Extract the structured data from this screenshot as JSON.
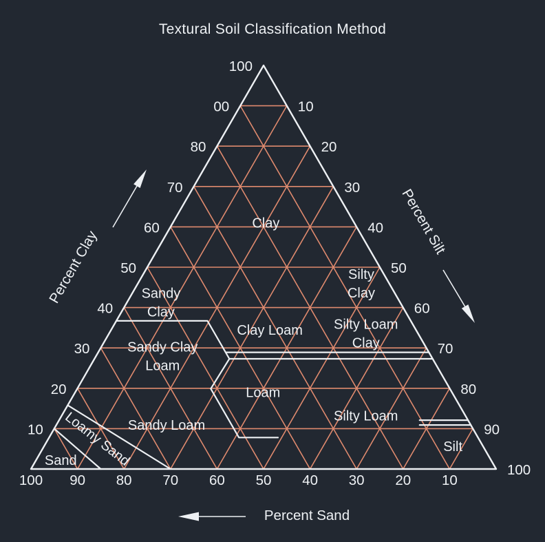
{
  "title": "Textural Soil Classification Method",
  "colors": {
    "background": "#222831",
    "grid": "#df8a6e",
    "line": "#edf0f3",
    "text": "#eef1f4"
  },
  "chart_data": {
    "type": "ternary",
    "title": "Textural Soil Classification Method",
    "grid_step": 10,
    "grid_on": true,
    "axes": {
      "left": {
        "label": "Percent Clay",
        "arrow_direction": "toward-apex",
        "ticks": [
          {
            "v": 100,
            "t": "100"
          },
          {
            "v": 90,
            "t": "00"
          },
          {
            "v": 80,
            "t": "80"
          },
          {
            "v": 70,
            "t": "70"
          },
          {
            "v": 60,
            "t": "60"
          },
          {
            "v": 50,
            "t": "50"
          },
          {
            "v": 40,
            "t": "40"
          },
          {
            "v": 30,
            "t": "30"
          },
          {
            "v": 20,
            "t": "20"
          },
          {
            "v": 10,
            "t": "10"
          }
        ]
      },
      "right": {
        "label": "Percent Silt",
        "arrow_direction": "toward-bottom-right",
        "ticks": [
          {
            "v": 10,
            "t": "10"
          },
          {
            "v": 20,
            "t": "20"
          },
          {
            "v": 30,
            "t": "30"
          },
          {
            "v": 40,
            "t": "40"
          },
          {
            "v": 50,
            "t": "50"
          },
          {
            "v": 60,
            "t": "60"
          },
          {
            "v": 70,
            "t": "70"
          },
          {
            "v": 80,
            "t": "80"
          },
          {
            "v": 90,
            "t": "90"
          },
          {
            "v": 100,
            "t": "100"
          }
        ]
      },
      "bottom": {
        "label": "Percent Sand",
        "arrow_direction": "toward-bottom-left",
        "ticks": [
          {
            "v": 100,
            "t": "100"
          },
          {
            "v": 90,
            "t": "90"
          },
          {
            "v": 80,
            "t": "80"
          },
          {
            "v": 70,
            "t": "70"
          },
          {
            "v": 60,
            "t": "60"
          },
          {
            "v": 50,
            "t": "50"
          },
          {
            "v": 40,
            "t": "40"
          },
          {
            "v": 30,
            "t": "30"
          },
          {
            "v": 20,
            "t": "20"
          },
          {
            "v": 10,
            "t": "10"
          }
        ]
      }
    },
    "regions": [
      {
        "id": "clay",
        "lines": [
          "Clay"
        ],
        "clay": 61,
        "sand": 19,
        "silt": 20,
        "rot": 0,
        "size": 20
      },
      {
        "id": "silty-clay",
        "lines": [
          "Silty",
          "Clay"
        ],
        "clay": 46,
        "sand": 6,
        "silt": 48,
        "rot": 0,
        "size": 20
      },
      {
        "id": "sandy-clay",
        "lines": [
          "Sandy",
          "Clay"
        ],
        "clay": 41.3,
        "sand": 51.4,
        "silt": 7.3,
        "rot": 0,
        "size": 18
      },
      {
        "id": "clay-loam",
        "lines": [
          "Clay Loam"
        ],
        "clay": 34.5,
        "sand": 31.4,
        "silt": 34.1,
        "rot": 0,
        "size": 20
      },
      {
        "id": "silty-loam-clay",
        "lines": [
          "Silty Loam",
          "Clay"
        ],
        "clay": 33.6,
        "sand": 11.2,
        "silt": 55.2,
        "rot": 0,
        "size": 20
      },
      {
        "id": "sandy-clay-loam",
        "lines": [
          "Sandy Clay",
          "Loam"
        ],
        "clay": 28,
        "sand": 57.7,
        "silt": 14.3,
        "rot": 0,
        "size": 20
      },
      {
        "id": "loam",
        "lines": [
          "Loam"
        ],
        "clay": 19,
        "sand": 40.6,
        "silt": 40.4,
        "rot": 0,
        "size": 20
      },
      {
        "id": "sandy-loam",
        "lines": [
          "Sandy Loam"
        ],
        "clay": 10.9,
        "sand": 65.4,
        "silt": 23.7,
        "rot": 0,
        "size": 20
      },
      {
        "id": "silty-loam",
        "lines": [
          "Silty Loam"
        ],
        "clay": 13.2,
        "sand": 21.4,
        "silt": 65.4,
        "rot": 0,
        "size": 20
      },
      {
        "id": "loamy-sand",
        "lines": [
          "Loamy Sand"
        ],
        "clay": 7.5,
        "sand": 81.9,
        "silt": 10.6,
        "rot": 38,
        "size": 19
      },
      {
        "id": "sand",
        "lines": [
          "Sand"
        ],
        "clay": 2.2,
        "sand": 92.5,
        "silt": 5.3,
        "rot": 0,
        "size": 19
      },
      {
        "id": "silt",
        "lines": [
          "Silt"
        ],
        "clay": 5.6,
        "sand": 6.5,
        "silt": 87.9,
        "rot": 0,
        "size": 20
      }
    ],
    "boundaries": [
      {
        "name": "sand-loamy-sand",
        "points": [
          [
            10,
            90,
            0
          ],
          [
            0,
            85,
            15
          ]
        ]
      },
      {
        "name": "loamy-sand-sandy-loam",
        "points": [
          [
            15.8,
            84.2,
            0
          ],
          [
            0,
            70,
            30
          ]
        ]
      },
      {
        "name": "sandy-clay-clayloam-siltloam",
        "points": [
          [
            36.7,
            63.3,
            0
          ],
          [
            36.7,
            43.7,
            19.6
          ],
          [
            27.3,
            43.7,
            29
          ],
          [
            27.3,
            0,
            72.7
          ]
        ]
      },
      {
        "name": "clay27-upper-line",
        "points": [
          [
            28.9,
            43.7,
            27.4
          ],
          [
            28.9,
            0,
            71.1
          ]
        ]
      },
      {
        "name": "loam-outline",
        "points": [
          [
            27.3,
            43.7,
            29
          ],
          [
            19.9,
            51.4,
            28.7
          ],
          [
            7.8,
            51.4,
            40.8
          ],
          [
            7.8,
            43,
            49.2
          ]
        ]
      },
      {
        "name": "silt-upper-line",
        "points": [
          [
            12.1,
            10.4,
            77.5
          ],
          [
            12.1,
            0,
            87.9
          ]
        ]
      },
      {
        "name": "silt-lower-line",
        "points": [
          [
            10.9,
            11,
            78.1
          ],
          [
            10.9,
            0,
            89.1
          ]
        ]
      }
    ]
  }
}
